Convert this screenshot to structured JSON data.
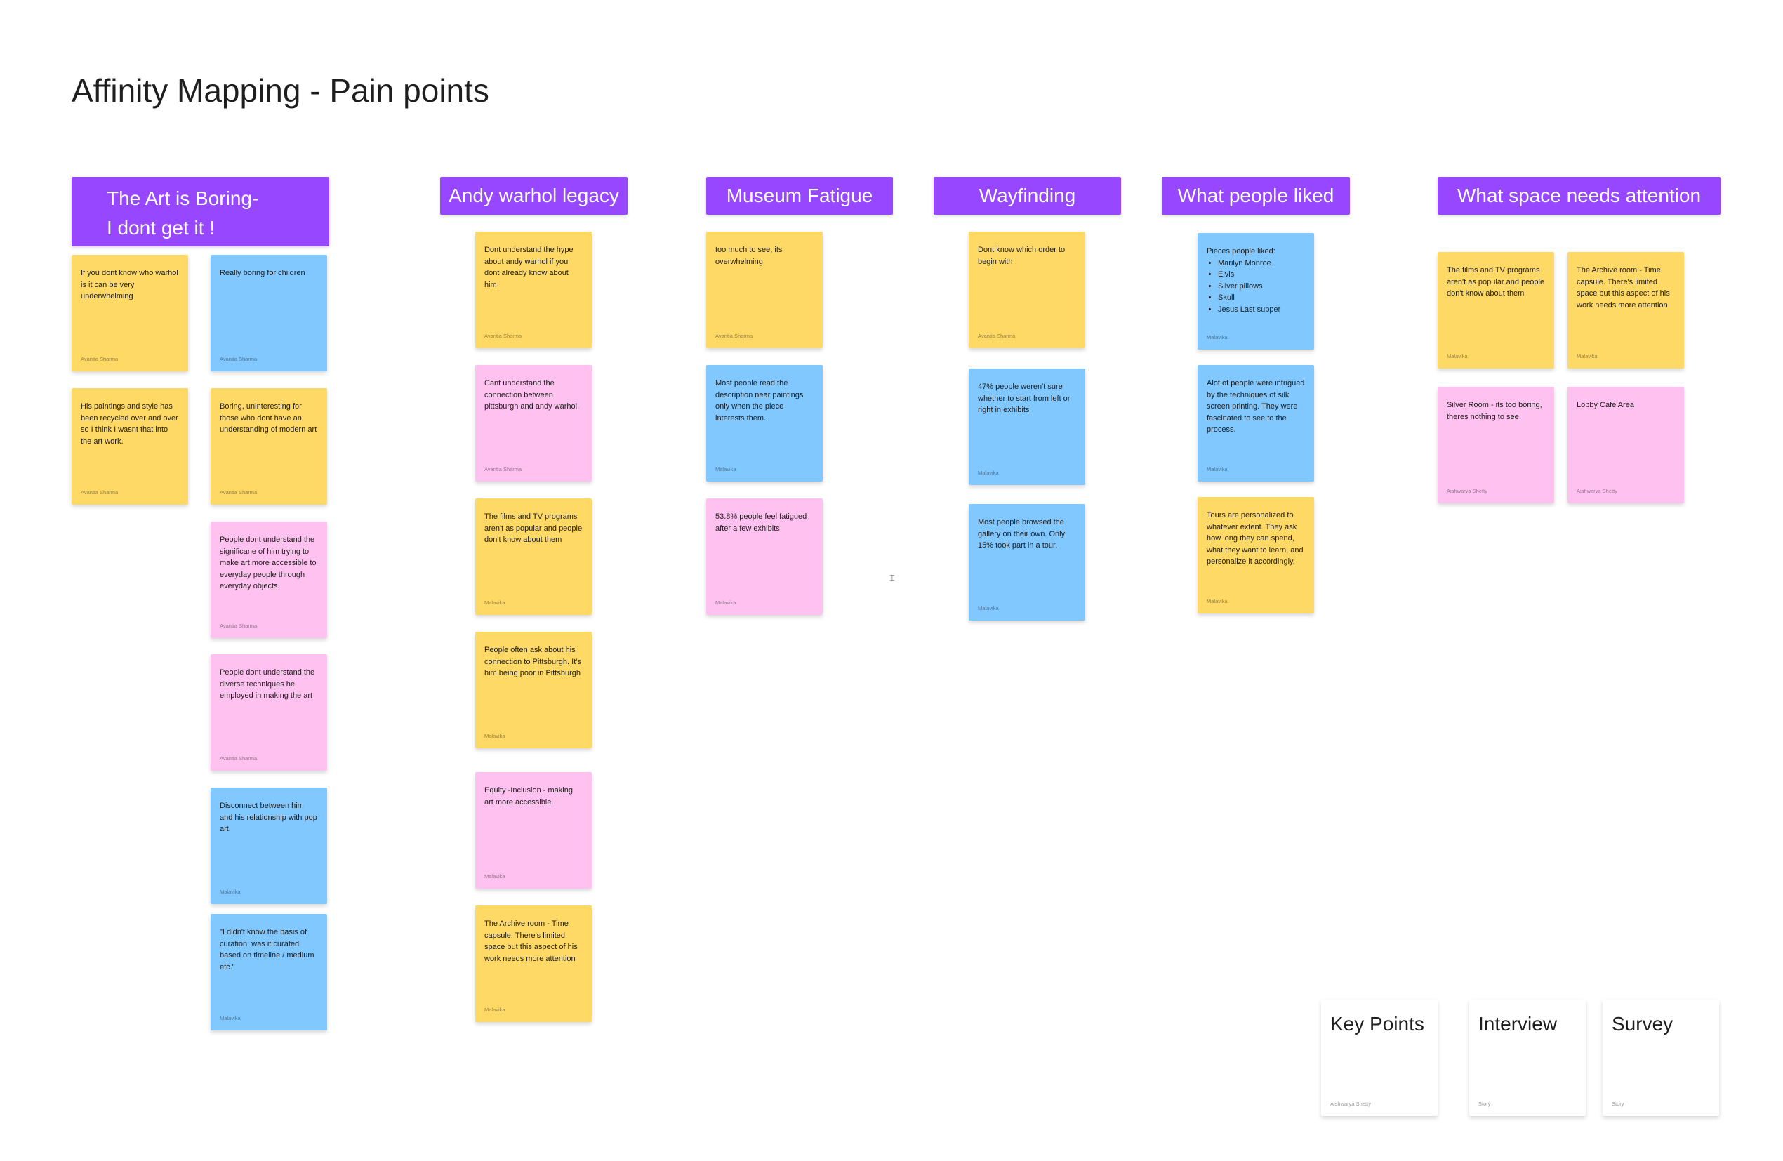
{
  "board": {
    "title": "Affinity Mapping - Pain points"
  },
  "colors": {
    "header": "#9747ff",
    "yellow": "#ffd966",
    "pink": "#ffc2f0",
    "blue": "#80c8ff"
  },
  "clusters": [
    {
      "header": "The Art is Boring-\nI dont get it !",
      "notes": [
        {
          "text": "If you dont know who warhol is it can be very underwhelming",
          "author": "Avantia Sharma",
          "color": "yellow"
        },
        {
          "text": "Really boring for children",
          "author": "Avantia Sharma",
          "color": "blue"
        },
        {
          "text": "His paintings and style has been recycled over and over so I think I wasnt that into the art work.",
          "author": "Avantia Sharma",
          "color": "yellow"
        },
        {
          "text": "Boring, uninteresting for those who dont have an understanding of modern art",
          "author": "Avantia Sharma",
          "color": "yellow"
        },
        {
          "text": "People dont understand the significane of him trying to make art more accessible to everyday people through everyday objects.",
          "author": "Avantia Sharma",
          "color": "pink"
        },
        {
          "text": "People dont understand the diverse techniques he employed in making the art",
          "author": "Avantia Sharma",
          "color": "pink"
        },
        {
          "text": "Disconnect between him and his relationship with pop art.",
          "author": "Malavika",
          "color": "blue"
        },
        {
          "text": "\"I didn't know the basis of curation: was it curated based on timeline / medium etc.\"",
          "author": "Malavika",
          "color": "blue"
        }
      ]
    },
    {
      "header": "Andy warhol legacy",
      "notes": [
        {
          "text": "Dont understand the hype about andy warhol if you dont already know about him",
          "author": "Avantia Sharma",
          "color": "yellow"
        },
        {
          "text": "Cant understand the connection between pittsburgh and andy warhol.",
          "author": "Avantia Sharma",
          "color": "pink"
        },
        {
          "text": "The films and TV programs aren't as popular and people don't know about them",
          "author": "Malavika",
          "color": "yellow"
        },
        {
          "text": "People often ask about his connection to Pittsburgh. It's him being poor in Pittsburgh",
          "author": "Malavika",
          "color": "yellow"
        },
        {
          "text": "Equity -Inclusion - making art more accessible.",
          "author": "Malavika",
          "color": "pink"
        },
        {
          "text": "The Archive room - Time capsule. There's limited space but this aspect of his work needs more attention",
          "author": "Malavika",
          "color": "yellow"
        }
      ]
    },
    {
      "header": "Museum Fatigue",
      "notes": [
        {
          "text": "too much to see, its overwhelming",
          "author": "Avantia Sharma",
          "color": "yellow"
        },
        {
          "text": "Most people read the description near paintings only when the piece interests them.",
          "author": "Malavika",
          "color": "blue"
        },
        {
          "text": "53.8% people feel fatigued after a few exhibits",
          "author": "Malavika",
          "color": "pink"
        }
      ]
    },
    {
      "header": "Wayfinding",
      "notes": [
        {
          "text": "Dont know which order to begin with",
          "author": "Avantia Sharma",
          "color": "yellow"
        },
        {
          "text": "47% people weren't sure whether to start from left or right in exhibits",
          "author": "Malavika",
          "color": "blue"
        },
        {
          "text": "Most people browsed the gallery on their own. Only 15% took part in a tour.",
          "author": "Malavika",
          "color": "blue"
        }
      ]
    },
    {
      "header": "What people liked",
      "notes": [
        {
          "text": "Pieces people liked:",
          "list": [
            "Marilyn Monroe",
            "Elvis",
            "Silver pillows",
            "Skull",
            "Jesus Last supper"
          ],
          "author": "Malavika",
          "color": "blue"
        },
        {
          "text": "Alot of people were intrigued by the techniques of silk screen printing. They were fascinated to see to the process.",
          "author": "Malavika",
          "color": "blue"
        },
        {
          "text": "Tours are personalized to whatever extent. They ask how long they can spend, what they want to learn, and personalize it accordingly.",
          "author": "Malavika",
          "color": "yellow"
        }
      ]
    },
    {
      "header": "What space needs attention",
      "notes": [
        {
          "text": "The films and TV programs aren't as popular and people don't know about them",
          "author": "Malavika",
          "color": "yellow"
        },
        {
          "text": "The Archive room - Time capsule. There's limited space but this aspect of his work needs more attention",
          "author": "Malavika",
          "color": "yellow"
        },
        {
          "text": "Silver Room - its too boring, theres nothing to see",
          "author": "Aishwarya Shetty",
          "color": "pink"
        },
        {
          "text": "Lobby Cafe Area",
          "author": "Aishwarya Shetty",
          "color": "pink"
        }
      ]
    }
  ],
  "legend": [
    {
      "label": "Key Points",
      "author": "Aishwarya Shetty",
      "color": "pink"
    },
    {
      "label": "Interview",
      "author": "Story",
      "color": "yellow"
    },
    {
      "label": "Survey",
      "author": "Story",
      "color": "blue"
    }
  ]
}
